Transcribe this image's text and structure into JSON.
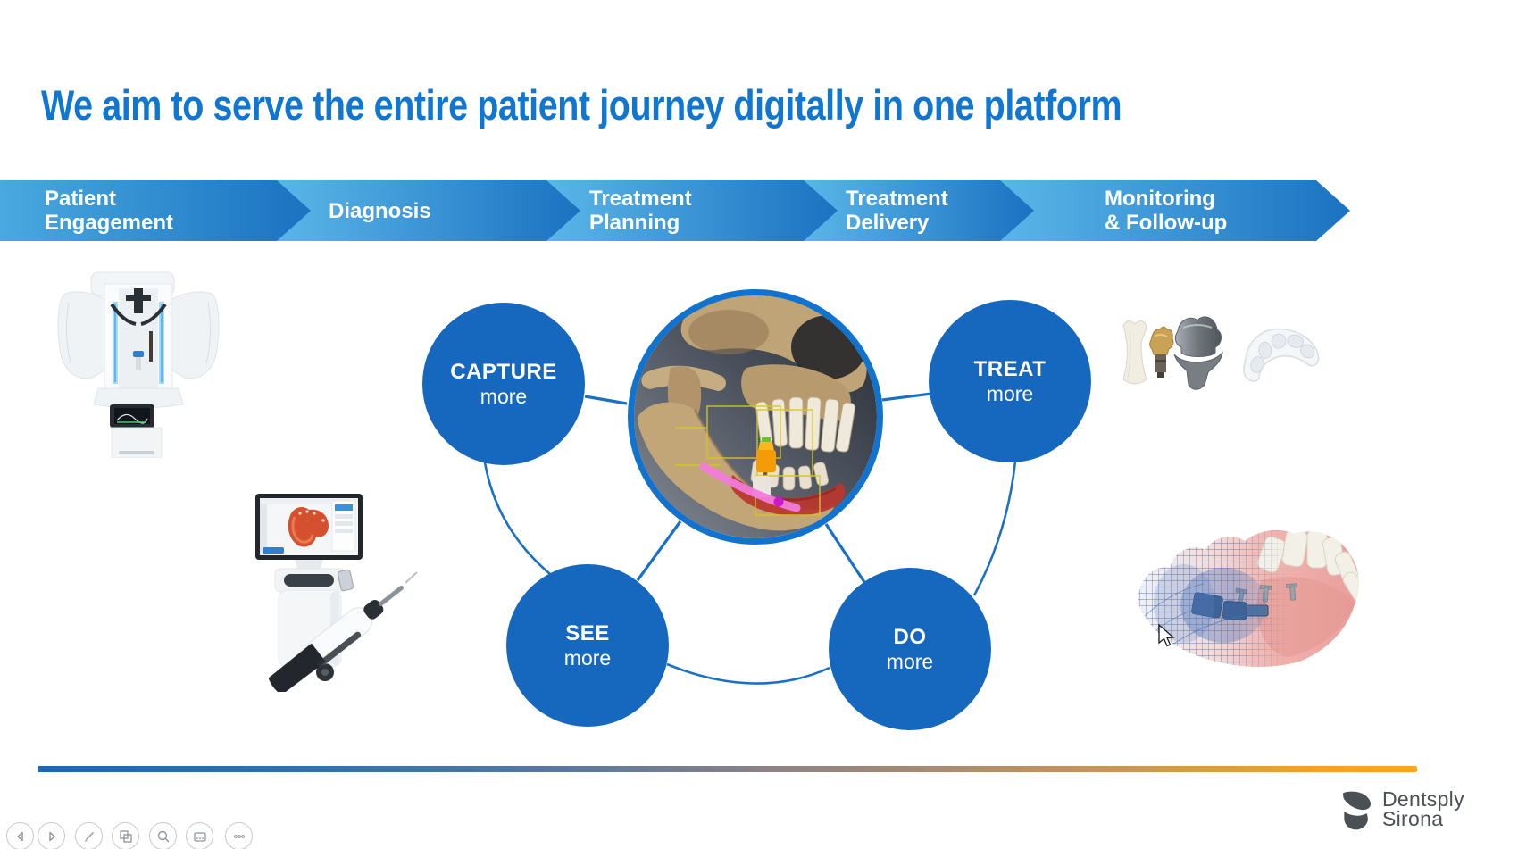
{
  "slide": {
    "title": "We aim to serve the entire patient journey digitally in one platform"
  },
  "banner": {
    "stages": [
      {
        "label": "Patient\nEngagement"
      },
      {
        "label": "Diagnosis"
      },
      {
        "label": "Treatment\nPlanning"
      },
      {
        "label": "Treatment\nDelivery"
      },
      {
        "label": "Monitoring\n& Follow-up"
      }
    ]
  },
  "hub": {
    "circles": [
      {
        "word": "CAPTURE",
        "sub": "more"
      },
      {
        "word": "TREAT",
        "sub": "more"
      },
      {
        "word": "SEE",
        "sub": "more"
      },
      {
        "word": "DO",
        "sub": "more"
      }
    ]
  },
  "logo": {
    "line1": "Dentsply",
    "line2": "Sirona"
  },
  "toolbar": {
    "icons": [
      "previous-slide",
      "next-slide",
      "pen",
      "see-all-slides",
      "zoom",
      "captions",
      "more-options"
    ]
  },
  "figures": [
    "cbct-imaging-unit",
    "intraoral-scanner-cart",
    "cbct-skull-scan",
    "implant-abutments",
    "clear-aligner",
    "denture-mesh-model"
  ],
  "colors": {
    "title_blue": "#1176D0",
    "bubble_blue": "#1568BD",
    "ring_blue": "#1273CE",
    "connector_blue": "#1B70C6",
    "chevron_light": "#5AB6E8",
    "chevron_dark": "#1B72C1",
    "rule_gradient_start": "#1B69B3",
    "rule_gradient_end": "#F9A81E",
    "logo_gray": "#4B5055"
  }
}
